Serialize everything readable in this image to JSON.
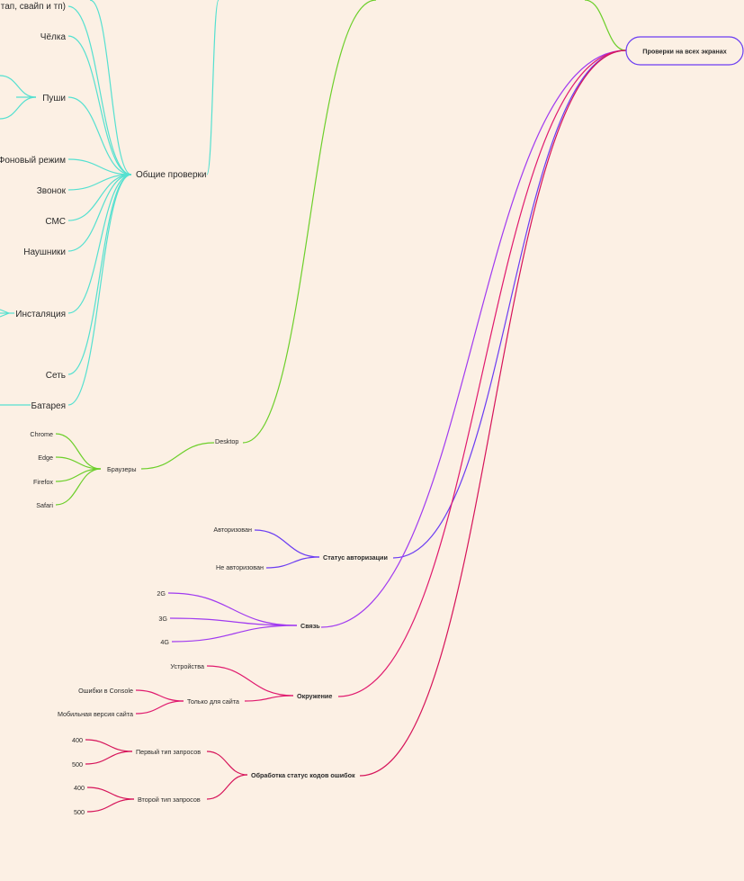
{
  "root": {
    "label": "Проверки на всех экранах"
  },
  "top_edge_label": "т тап, свайп и тп)",
  "general_checks": {
    "label": "Общие проверки",
    "children": [
      "Чёлка",
      "Пуши",
      "Фоновый режим",
      "Звонок",
      "СМС",
      "Наушники",
      "Инсталяция",
      "Сеть",
      "Батарея"
    ]
  },
  "desktop": {
    "label": "Desktop",
    "browsers": {
      "label": "Браузеры",
      "children": [
        "Chrome",
        "Edge",
        "Firefox",
        "Safari"
      ]
    }
  },
  "auth": {
    "label": "Статус авторизации",
    "children": [
      "Авторизован",
      "Не авторизован"
    ]
  },
  "network": {
    "label": "Связь",
    "children": [
      "2G",
      "3G",
      "4G"
    ]
  },
  "env": {
    "label": "Окружение",
    "devices": "Устройства",
    "site_only": {
      "label": "Только для сайта",
      "children": [
        "Ошибки в Console",
        "Мобильная версия сайта"
      ]
    }
  },
  "errors": {
    "label": "Обработка статус кодов ошибок",
    "first": {
      "label": "Первый тип запросов",
      "children": [
        "400",
        "500"
      ]
    },
    "second": {
      "label": "Второй тип запросов",
      "children": [
        "400",
        "500"
      ]
    }
  },
  "colors": {
    "background": "#fcf0e4",
    "cyan": "#55e0d0",
    "green": "#6ccf2a",
    "indigo": "#6b3df2",
    "violet": "#a03af0",
    "pink": "#e01a6e",
    "crimson": "#d6145a"
  }
}
